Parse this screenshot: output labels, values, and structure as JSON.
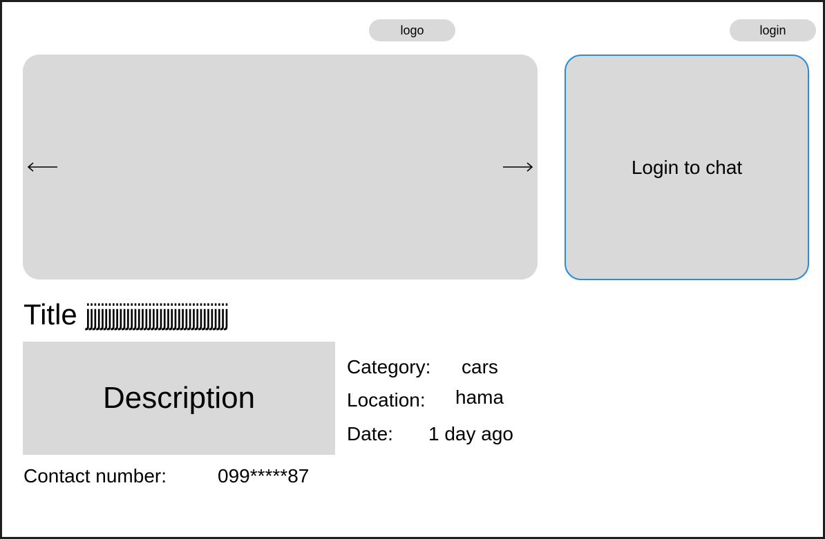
{
  "header": {
    "logo_label": "logo",
    "login_label": "login"
  },
  "carousel": {
    "prev_icon": "arrow-left-icon",
    "next_icon": "arrow-right-icon"
  },
  "chat": {
    "label": "Login to chat",
    "border_color": "#2a8cde"
  },
  "listing": {
    "title_label": "Title",
    "title_value": "jjjjjjjjjjjjjjjjjjjjjjjjjjjjjjjjjjjjjjj",
    "description_label": "Description",
    "category_label": "Category:",
    "category_value": "cars",
    "location_label": "Location:",
    "location_value": "hama",
    "date_label": "Date:",
    "date_value": "1 day ago",
    "contact_label": "Contact number:",
    "contact_value": "099*****87"
  },
  "colors": {
    "placeholder_gray": "#d9d9d9",
    "accent_blue": "#2a8cde",
    "frame_border": "#1e1e1e"
  }
}
